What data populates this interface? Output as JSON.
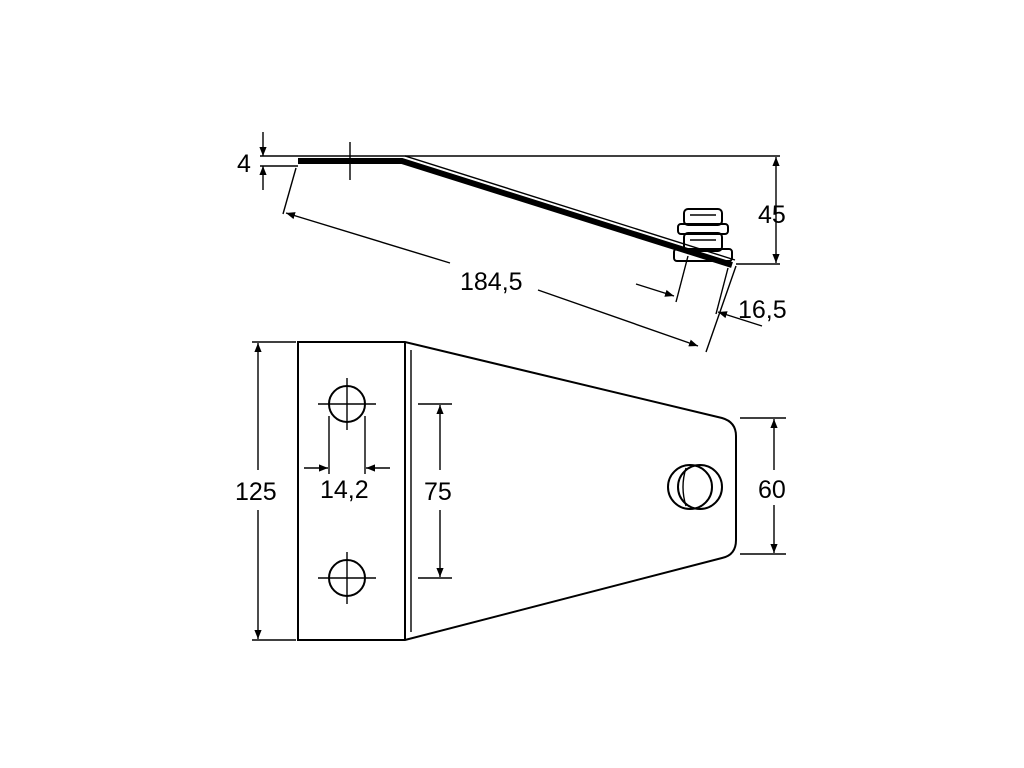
{
  "dimensions": {
    "thickness": "4",
    "length": "184,5",
    "rise": "45",
    "stud_height": "16,5",
    "height": "125",
    "hole_diameter": "14,2",
    "hole_spacing": "75",
    "tip_width": "60"
  },
  "colors": {
    "line": "#000000",
    "background": "#ffffff"
  }
}
